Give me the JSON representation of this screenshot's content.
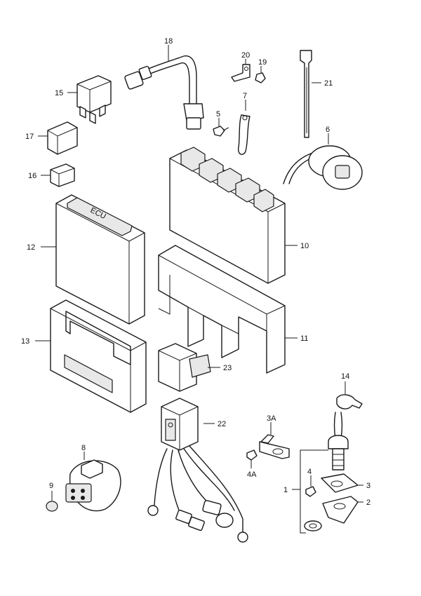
{
  "labels": {
    "p1": "1",
    "p2": "2",
    "p3": "3",
    "p3a": "3A",
    "p4": "4",
    "p4a": "4A",
    "p5": "5",
    "p6": "6",
    "p7": "7",
    "p8": "8",
    "p9": "9",
    "p10": "10",
    "p11": "11",
    "p12": "12",
    "p13": "13",
    "p14": "14",
    "p15": "15",
    "p16": "16",
    "p17": "17",
    "p18": "18",
    "p19": "19",
    "p20": "20",
    "p21": "21",
    "p22": "22",
    "p23": "23"
  },
  "ecu_marking": "ECU"
}
